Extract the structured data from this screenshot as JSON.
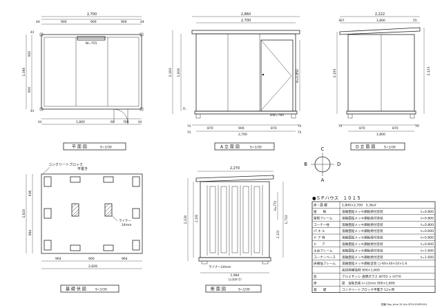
{
  "views": {
    "plan": {
      "label": "平 面 図",
      "scale": "S=1/30",
      "top_dims": [
        "2,700",
        "44",
        "900",
        "900",
        "900",
        "44"
      ],
      "bottom_dims": [
        "1,800",
        "60",
        "760",
        "44",
        "44"
      ],
      "left_dims": [
        "1,080",
        "900",
        "900",
        "44",
        "44"
      ],
      "window_tag": "W=755"
    },
    "front": {
      "label": "A 立 面 図",
      "scale": "S=1/30",
      "top_dims": [
        "2,860",
        "2,700"
      ],
      "bottom_dims": [
        "870",
        "900",
        "870",
        "2,700",
        "74",
        "74",
        "74",
        "74"
      ],
      "left_dims": [
        "2,193",
        "1,830",
        "FL"
      ],
      "right_dims": [
        "H=1,850"
      ],
      "door_tag": "DW=760"
    },
    "side": {
      "label": "D 立 面 図",
      "scale": "S=1/30",
      "top_dims": [
        "2,222",
        "367",
        "1,800",
        "55"
      ],
      "bottom_dims": [
        "870",
        "870",
        "1,800",
        "74",
        "74"
      ],
      "left_dims": [
        "2,193"
      ],
      "right_dims": [
        "2,123"
      ]
    },
    "compass": {
      "n": "C",
      "w": "B",
      "e": "D",
      "s": "A"
    },
    "foundation": {
      "label": "基 礎 伏 図",
      "scale": "S=1/30",
      "note1": "コンクリートブロック",
      "note2": "平置き",
      "liner": "ライナー",
      "liner_size": "24mm",
      "bottom_dims": [
        "964",
        "900",
        "964",
        "2,828"
      ],
      "left_dims": [
        "1,820",
        "936",
        "964"
      ]
    },
    "section": {
      "label": "断 面 図",
      "scale": "S=1/30",
      "top_dim": "2,270",
      "bottom_dim": "1,984",
      "bottom_note": "(土台外寸)",
      "liner": "ライナー24mm",
      "left_dims": [
        "2,130",
        "2,193"
      ],
      "right_dims": [
        "H=770",
        "1,733",
        "2,123"
      ]
    }
  },
  "spec": {
    "title": "●ＳＰハウス　１０１５",
    "rows": [
      {
        "k": "床・面 積",
        "v": "1,800×2,700　5.36㎡"
      },
      {
        "k": "屋　　根",
        "v": "溶融亜鉛メッキ鋼板焼付塗装",
        "t": "t=0.800"
      },
      {
        "k": "屋根フレーム",
        "v": "溶融亜鉛メッキ鋼板焼付塗装",
        "t": "t=0.800"
      },
      {
        "k": "コーナー柱",
        "v": "溶融亜鉛メッキ鋼板焼付塗装",
        "t": "t=0.800"
      },
      {
        "k": "パ ネ ル",
        "v": "溶融亜鉛メッキ鋼板焼付塗装",
        "t": "t=0.600"
      },
      {
        "k": "ド ア 枠",
        "v": "溶融亜鉛メッキ鋼板焼付塗装",
        "t": "t=0.800"
      },
      {
        "k": "ド 　 ア",
        "v": "溶融亜鉛メッキ鋼板焼付塗装",
        "t": "t=0.600"
      },
      {
        "k": "土台フレーム",
        "v": "溶融亜鉛メッキ鋼板焼付塗装",
        "t": "t=1.600"
      },
      {
        "k": "コーナーベース",
        "v": "溶融亜鉛メッキ鋼板焼付塗装",
        "t": "t=1.600"
      },
      {
        "k": "床補強フレーム",
        "v": "溶融亜鉛メッキ鋼板塗装  □-60×30×10×1.6"
      },
      {
        "k": "",
        "v": "高段枠補強材  900×1,800"
      },
      {
        "k": "窓",
        "v": "アルミサッシ  透明ガラス  W755 × H770"
      },
      {
        "k": "床",
        "v": "型　合板白系  t=12mm  900×1,800"
      },
      {
        "k": "基　　礎",
        "v": "コンクリートブロック平置き  12ヶ所"
      }
    ]
  },
  "footer": "図面 Ray_time 32 t/m SP1015SPH101"
}
